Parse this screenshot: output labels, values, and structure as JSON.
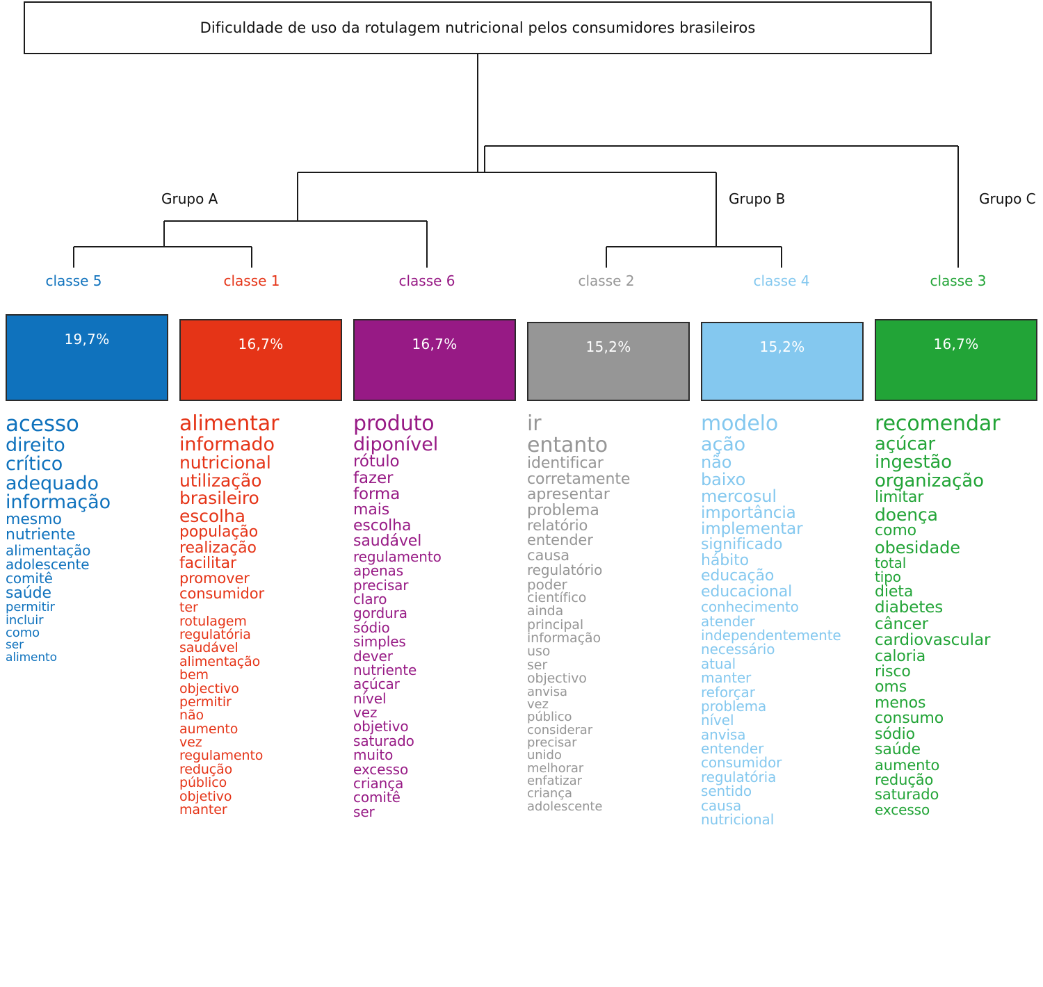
{
  "root": {
    "title": "Dificuldade de uso da rotulagem nutricional pelos consumidores brasileiros"
  },
  "groups": [
    {
      "id": "grupo-a",
      "label": "Grupo A"
    },
    {
      "id": "grupo-b",
      "label": "Grupo B"
    },
    {
      "id": "grupo-c",
      "label": "Grupo C"
    }
  ],
  "chart_data": {
    "type": "bar",
    "title": "Dificuldade de uso da rotulagem nutricional pelos consumidores brasileiros",
    "xlabel": "",
    "ylabel": "",
    "categories": [
      "classe 5",
      "classe 1",
      "classe 6",
      "classe 2",
      "classe 4",
      "classe 3"
    ],
    "values": [
      19.7,
      16.7,
      16.7,
      15.2,
      15.2,
      16.7
    ],
    "value_labels": [
      "19,7%",
      "16,7%",
      "16,7%",
      "15,2%",
      "15,2%",
      "16,7%"
    ],
    "colors": [
      "#0f72bd",
      "#e53417",
      "#971a85",
      "#969696",
      "#84c8ef",
      "#22a437"
    ],
    "groups": [
      "Grupo A",
      "Grupo A",
      "Grupo A",
      "Grupo B",
      "Grupo B",
      "Grupo C"
    ],
    "dendrogram": "root -> [ (Grupo A: ((classe 5, classe 1), classe 6)) + (Grupo B: (classe 2, classe 4)) ] + (Grupo C: classe 3)",
    "legend": "none",
    "grid": false
  },
  "columns": [
    {
      "class_label": "classe 5",
      "percent": "19,7%",
      "color": "#0f72bd",
      "words": [
        {
          "t": "acesso",
          "s": 31
        },
        {
          "t": "direito",
          "s": 27
        },
        {
          "t": "crítico",
          "s": 27
        },
        {
          "t": "adequado",
          "s": 27
        },
        {
          "t": "informação",
          "s": 27
        },
        {
          "t": "mesmo",
          "s": 22
        },
        {
          "t": "nutriente",
          "s": 22
        },
        {
          "t": "alimentação",
          "s": 20
        },
        {
          "t": "adolescente",
          "s": 20
        },
        {
          "t": "comitê",
          "s": 20
        },
        {
          "t": "saúde",
          "s": 22
        },
        {
          "t": "permitir",
          "s": 18
        },
        {
          "t": "incluir",
          "s": 18
        },
        {
          "t": "como",
          "s": 18
        },
        {
          "t": "ser",
          "s": 17
        },
        {
          "t": "alimento",
          "s": 17
        }
      ]
    },
    {
      "class_label": "classe 1",
      "percent": "16,7%",
      "color": "#e53417",
      "words": [
        {
          "t": "alimentar",
          "s": 30
        },
        {
          "t": "informado",
          "s": 27
        },
        {
          "t": "nutricional",
          "s": 25
        },
        {
          "t": "utilização",
          "s": 25
        },
        {
          "t": "brasileiro",
          "s": 25
        },
        {
          "t": "escolha",
          "s": 25
        },
        {
          "t": "população",
          "s": 22
        },
        {
          "t": "realização",
          "s": 22
        },
        {
          "t": "facilitar",
          "s": 22
        },
        {
          "t": "promover",
          "s": 21
        },
        {
          "t": "consumidor",
          "s": 21
        },
        {
          "t": "ter",
          "s": 19
        },
        {
          "t": "rotulagem",
          "s": 19
        },
        {
          "t": "regulatória",
          "s": 19
        },
        {
          "t": "saudável",
          "s": 19
        },
        {
          "t": "alimentação",
          "s": 19
        },
        {
          "t": "bem",
          "s": 19
        },
        {
          "t": "objectivo",
          "s": 19
        },
        {
          "t": "permitir",
          "s": 19
        },
        {
          "t": "não",
          "s": 19
        },
        {
          "t": "aumento",
          "s": 19
        },
        {
          "t": "vez",
          "s": 19
        },
        {
          "t": "regulamento",
          "s": 19
        },
        {
          "t": "redução",
          "s": 19
        },
        {
          "t": "público",
          "s": 19
        },
        {
          "t": "objetivo",
          "s": 19
        },
        {
          "t": "manter",
          "s": 19
        }
      ]
    },
    {
      "class_label": "classe 6",
      "percent": "16,7%",
      "color": "#971a85",
      "words": [
        {
          "t": "produto",
          "s": 30
        },
        {
          "t": "diponível",
          "s": 27
        },
        {
          "t": "rótulo",
          "s": 23
        },
        {
          "t": "fazer",
          "s": 23
        },
        {
          "t": "forma",
          "s": 23
        },
        {
          "t": "mais",
          "s": 22
        },
        {
          "t": "escolha",
          "s": 22
        },
        {
          "t": "saudável",
          "s": 22
        },
        {
          "t": "regulamento",
          "s": 20
        },
        {
          "t": "apenas",
          "s": 20
        },
        {
          "t": "precisar",
          "s": 20
        },
        {
          "t": "claro",
          "s": 20
        },
        {
          "t": "gordura",
          "s": 20
        },
        {
          "t": "sódio",
          "s": 20
        },
        {
          "t": "simples",
          "s": 20
        },
        {
          "t": "dever",
          "s": 20
        },
        {
          "t": "nutriente",
          "s": 20
        },
        {
          "t": "açúcar",
          "s": 20
        },
        {
          "t": "nível",
          "s": 20
        },
        {
          "t": "vez",
          "s": 20
        },
        {
          "t": "objetivo",
          "s": 20
        },
        {
          "t": "saturado",
          "s": 20
        },
        {
          "t": "muito",
          "s": 20
        },
        {
          "t": "excesso",
          "s": 20
        },
        {
          "t": "criança",
          "s": 20
        },
        {
          "t": "comitê",
          "s": 20
        },
        {
          "t": "ser",
          "s": 20
        }
      ]
    },
    {
      "class_label": "classe 2",
      "percent": "15,2%",
      "color": "#969696",
      "words": [
        {
          "t": "ir",
          "s": 30
        },
        {
          "t": "entanto",
          "s": 30
        },
        {
          "t": "identificar",
          "s": 22
        },
        {
          "t": "corretamente",
          "s": 22
        },
        {
          "t": "apresentar",
          "s": 22
        },
        {
          "t": "problema",
          "s": 22
        },
        {
          "t": "relatório",
          "s": 21
        },
        {
          "t": "entender",
          "s": 21
        },
        {
          "t": "causa",
          "s": 21
        },
        {
          "t": "regulatório",
          "s": 20
        },
        {
          "t": "poder",
          "s": 20
        },
        {
          "t": "científico",
          "s": 19
        },
        {
          "t": "ainda",
          "s": 19
        },
        {
          "t": "principal",
          "s": 19
        },
        {
          "t": "informação",
          "s": 19
        },
        {
          "t": "uso",
          "s": 19
        },
        {
          "t": "ser",
          "s": 19
        },
        {
          "t": "objectivo",
          "s": 19
        },
        {
          "t": "anvisa",
          "s": 18
        },
        {
          "t": "vez",
          "s": 18
        },
        {
          "t": "público",
          "s": 18
        },
        {
          "t": "considerar",
          "s": 18
        },
        {
          "t": "precisar",
          "s": 18
        },
        {
          "t": "unido",
          "s": 18
        },
        {
          "t": "melhorar",
          "s": 18
        },
        {
          "t": "enfatizar",
          "s": 18
        },
        {
          "t": "criança",
          "s": 18
        },
        {
          "t": "adolescente",
          "s": 18
        }
      ]
    },
    {
      "class_label": "classe 4",
      "percent": "15,2%",
      "color": "#84c8ef",
      "words": [
        {
          "t": "modelo",
          "s": 30
        },
        {
          "t": "ação",
          "s": 27
        },
        {
          "t": "não",
          "s": 24
        },
        {
          "t": "baixo",
          "s": 24
        },
        {
          "t": "mercosul",
          "s": 24
        },
        {
          "t": "importância",
          "s": 23
        },
        {
          "t": "implementar",
          "s": 23
        },
        {
          "t": "significado",
          "s": 22
        },
        {
          "t": "hábito",
          "s": 22
        },
        {
          "t": "educação",
          "s": 22
        },
        {
          "t": "educacional",
          "s": 22
        },
        {
          "t": "conhecimento",
          "s": 20
        },
        {
          "t": "atender",
          "s": 20
        },
        {
          "t": "independentemente",
          "s": 20
        },
        {
          "t": "necessário",
          "s": 20
        },
        {
          "t": "atual",
          "s": 20
        },
        {
          "t": "manter",
          "s": 20
        },
        {
          "t": "reforçar",
          "s": 20
        },
        {
          "t": "problema",
          "s": 20
        },
        {
          "t": "nível",
          "s": 20
        },
        {
          "t": "anvisa",
          "s": 20
        },
        {
          "t": "entender",
          "s": 20
        },
        {
          "t": "consumidor",
          "s": 20
        },
        {
          "t": "regulatória",
          "s": 20
        },
        {
          "t": "sentido",
          "s": 20
        },
        {
          "t": "causa",
          "s": 20
        },
        {
          "t": "nutricional",
          "s": 20
        }
      ]
    },
    {
      "class_label": "classe 3",
      "percent": "16,7%",
      "color": "#22a437",
      "words": [
        {
          "t": "recomendar",
          "s": 30
        },
        {
          "t": "açúcar",
          "s": 26
        },
        {
          "t": "ingestão",
          "s": 26
        },
        {
          "t": "organização",
          "s": 26
        },
        {
          "t": "limitar",
          "s": 22
        },
        {
          "t": "doença",
          "s": 25
        },
        {
          "t": "como",
          "s": 22
        },
        {
          "t": "obesidade",
          "s": 24
        },
        {
          "t": "total",
          "s": 20
        },
        {
          "t": "tipo",
          "s": 20
        },
        {
          "t": "dieta",
          "s": 22
        },
        {
          "t": "diabetes",
          "s": 23
        },
        {
          "t": "câncer",
          "s": 23
        },
        {
          "t": "cardiovascular",
          "s": 23
        },
        {
          "t": "caloria",
          "s": 22
        },
        {
          "t": "risco",
          "s": 22
        },
        {
          "t": "oms",
          "s": 22
        },
        {
          "t": "menos",
          "s": 22
        },
        {
          "t": "consumo",
          "s": 22
        },
        {
          "t": "sódio",
          "s": 22
        },
        {
          "t": "saúde",
          "s": 22
        },
        {
          "t": "aumento",
          "s": 21
        },
        {
          "t": "redução",
          "s": 21
        },
        {
          "t": "saturado",
          "s": 21
        },
        {
          "t": "excesso",
          "s": 20
        }
      ]
    }
  ]
}
